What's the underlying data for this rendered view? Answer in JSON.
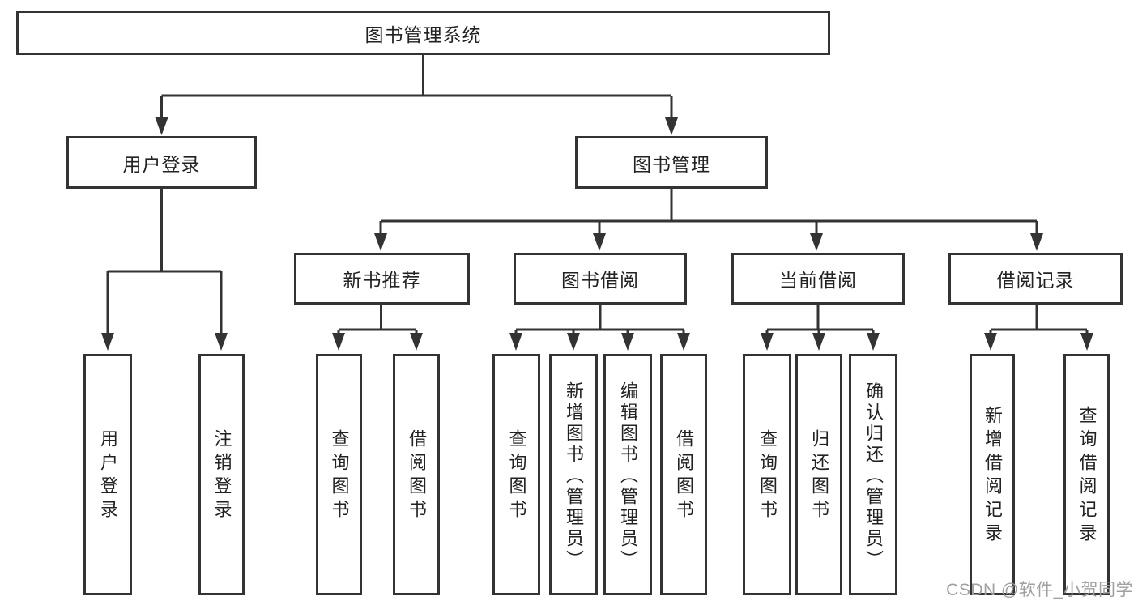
{
  "diagram": {
    "title": "图书管理系统",
    "root": {
      "label": "图书管理系统"
    },
    "level2": [
      {
        "label": "用户登录"
      },
      {
        "label": "图书管理"
      }
    ],
    "level3": [
      {
        "label": "新书推荐",
        "parent": "图书管理"
      },
      {
        "label": "图书借阅",
        "parent": "图书管理"
      },
      {
        "label": "当前借阅",
        "parent": "图书管理"
      },
      {
        "label": "借阅记录",
        "parent": "图书管理"
      }
    ],
    "level4": [
      {
        "label": "用户登录",
        "parent": "用户登录"
      },
      {
        "label": "注销登录",
        "parent": "用户登录"
      },
      {
        "label": "查询图书",
        "parent": "新书推荐"
      },
      {
        "label": "借阅图书",
        "parent": "新书推荐"
      },
      {
        "label": "查询图书",
        "parent": "图书借阅"
      },
      {
        "label": "新增图书（管理员）",
        "parent": "图书借阅"
      },
      {
        "label": "编辑图书（管理员）",
        "parent": "图书借阅"
      },
      {
        "label": "借阅图书",
        "parent": "图书借阅"
      },
      {
        "label": "查询图书",
        "parent": "当前借阅"
      },
      {
        "label": "归还图书",
        "parent": "当前借阅"
      },
      {
        "label": "确认归还（管理员）",
        "parent": "当前借阅"
      },
      {
        "label": "新增借阅记录",
        "parent": "借阅记录"
      },
      {
        "label": "查询借阅记录",
        "parent": "借阅记录"
      }
    ]
  },
  "watermark": "CSDN @软件_小贺同学",
  "colors": {
    "line": "#333333",
    "text": "#222222",
    "watermark": "#a0a0a0",
    "background": "#ffffff"
  }
}
